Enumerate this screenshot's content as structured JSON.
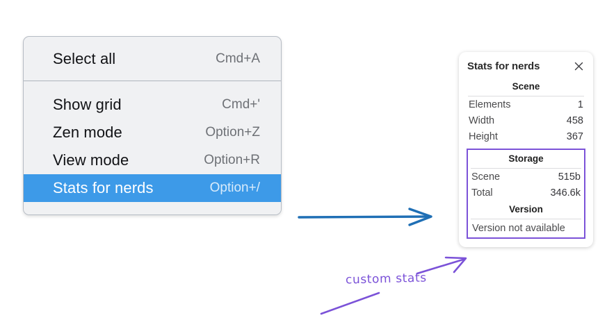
{
  "context_menu": {
    "groups": [
      {
        "items": [
          {
            "label": "Select all",
            "shortcut": "Cmd+A",
            "selected": false
          }
        ]
      },
      {
        "items": [
          {
            "label": "Show grid",
            "shortcut": "Cmd+'",
            "selected": false
          },
          {
            "label": "Zen mode",
            "shortcut": "Option+Z",
            "selected": false
          },
          {
            "label": "View mode",
            "shortcut": "Option+R",
            "selected": false
          },
          {
            "label": "Stats for nerds",
            "shortcut": "Option+/",
            "selected": true
          }
        ]
      }
    ],
    "highlight_color": "#3d9ae8"
  },
  "stats_panel": {
    "title": "Stats for nerds",
    "close_icon": "close-icon",
    "sections": [
      {
        "header": "Scene",
        "rows": [
          {
            "label": "Elements",
            "value": "1"
          },
          {
            "label": "Width",
            "value": "458"
          },
          {
            "label": "Height",
            "value": "367"
          }
        ]
      },
      {
        "header": "Storage",
        "rows": [
          {
            "label": "Scene",
            "value": "515b"
          },
          {
            "label": "Total",
            "value": "346.6k"
          }
        ]
      },
      {
        "header": "Version",
        "full_row": "Version not available"
      }
    ],
    "highlight_border_color": "#7b52d8"
  },
  "annotations": {
    "handwritten_label": "custom stats",
    "blue_arrow_color": "#1f6fb5",
    "purple_color": "#7b52d8"
  }
}
